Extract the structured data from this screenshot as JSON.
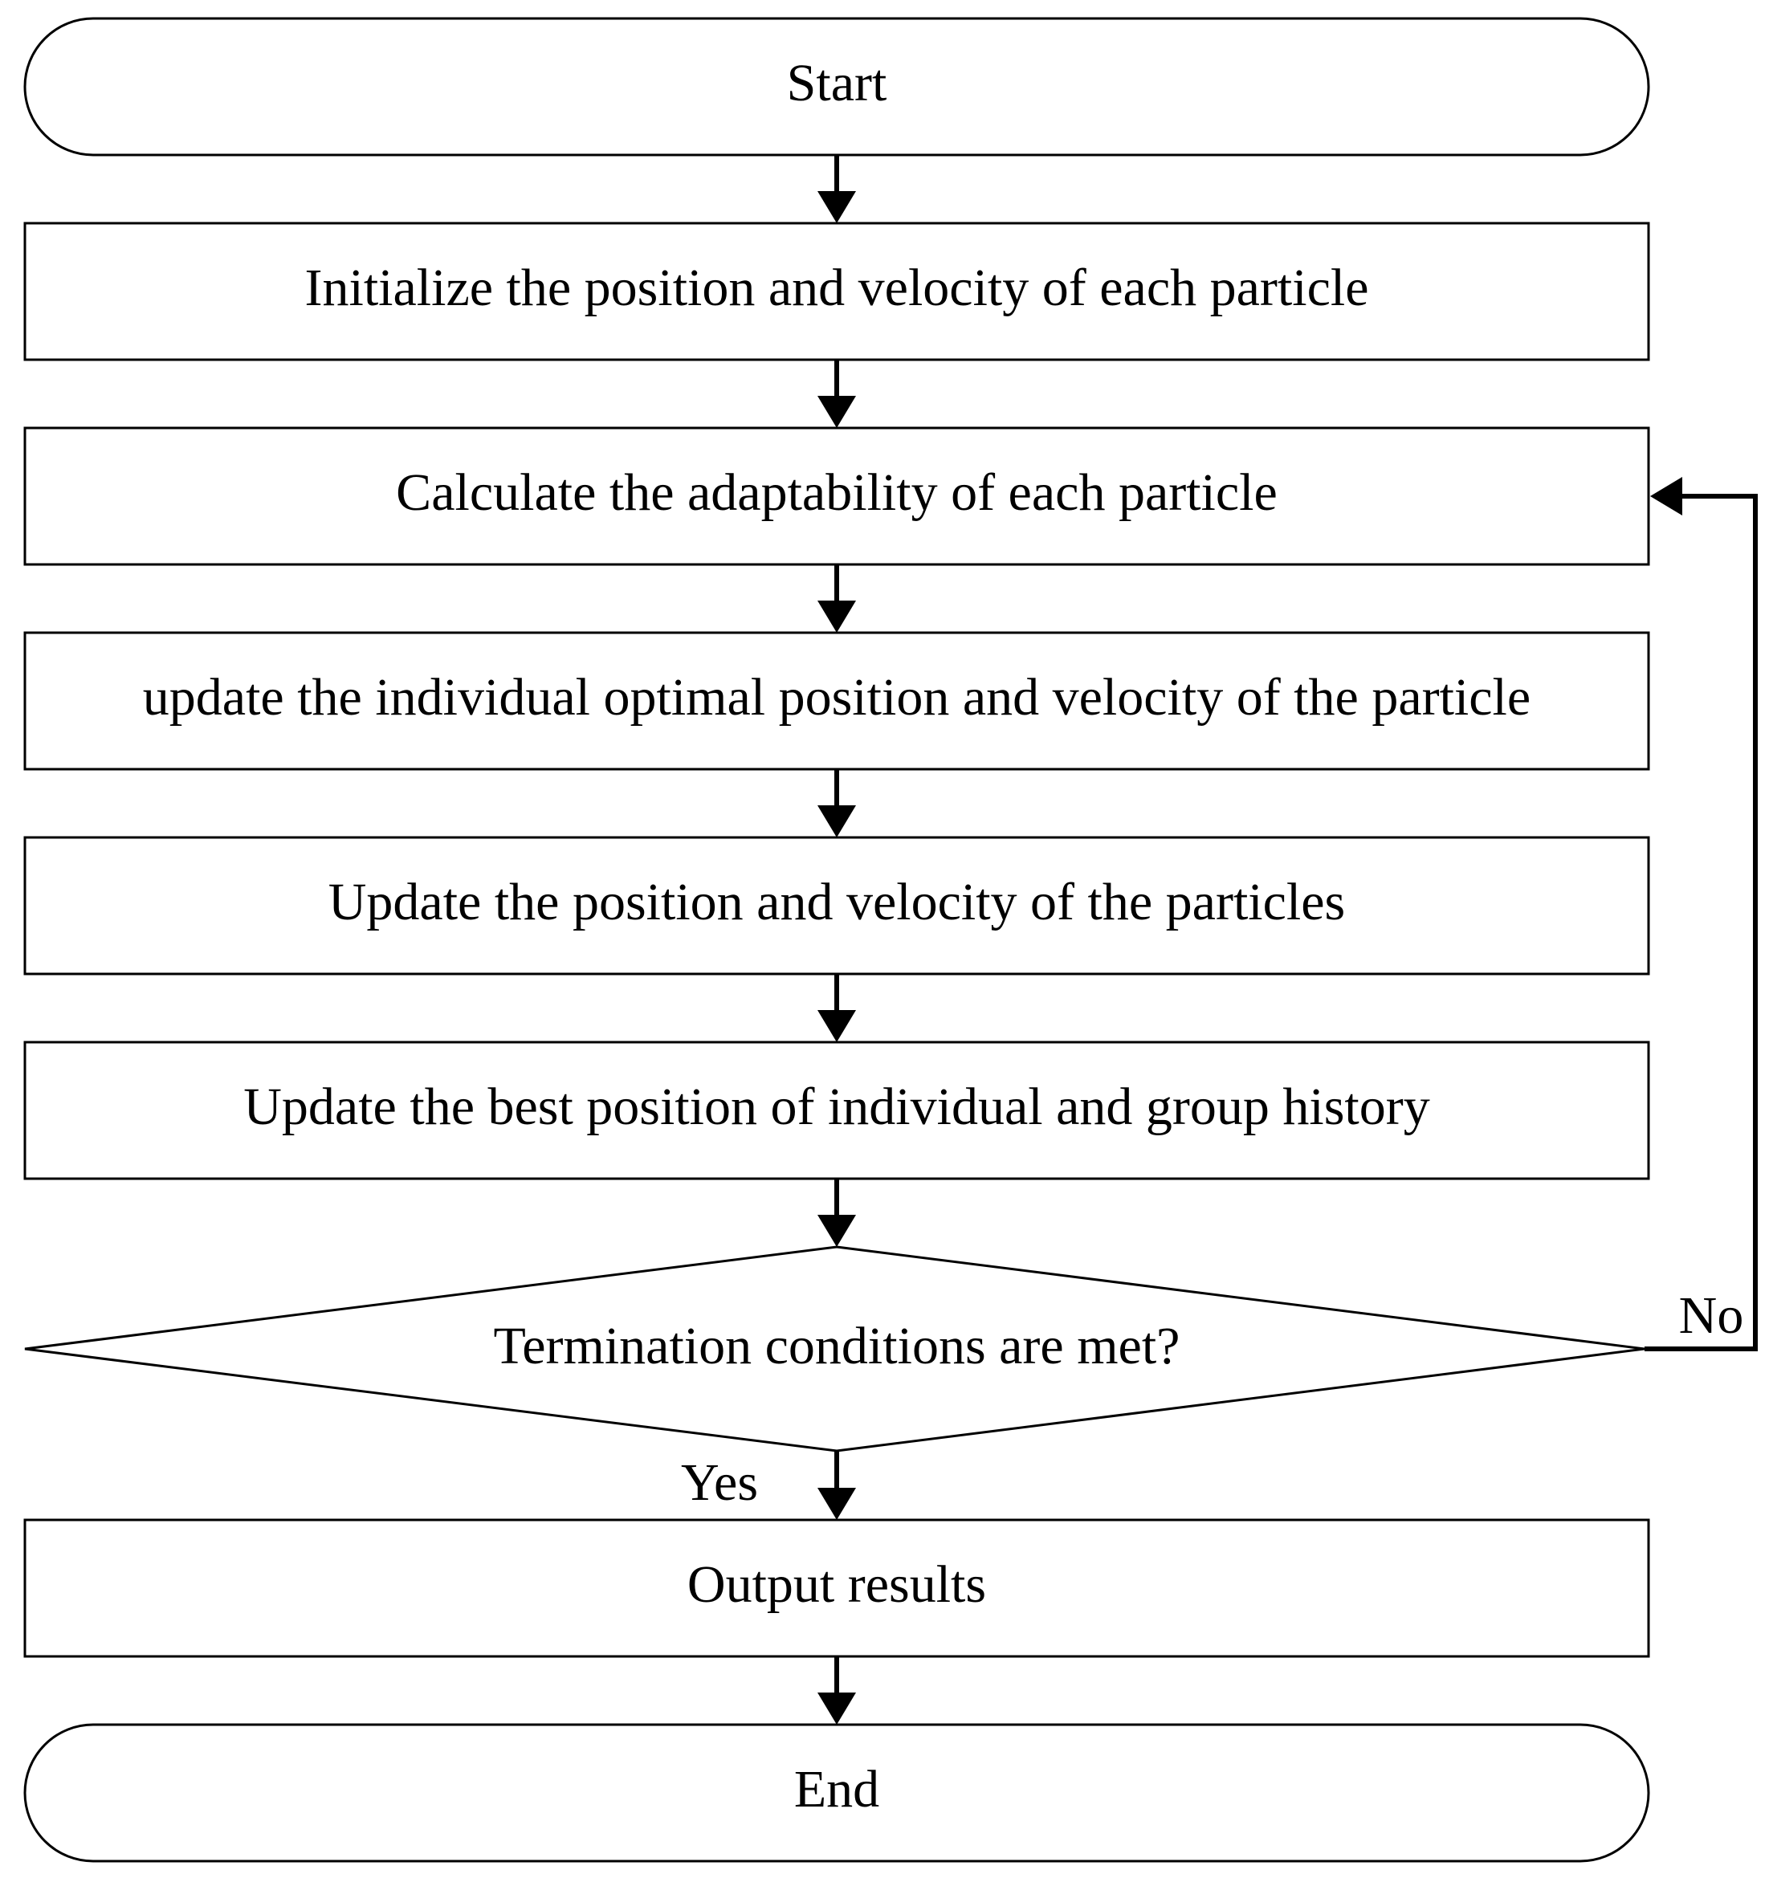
{
  "diagram": {
    "nodes": {
      "start": "Start",
      "init": "Initialize the position and velocity of each particle",
      "calc": "Calculate the adaptability of each particle",
      "update_individual": "update the individual optimal position and velocity of the particle",
      "update_particles": "Update the position and velocity of the particles",
      "update_best": "Update the best position of individual and group history",
      "decision": "Termination conditions are met?",
      "output": "Output results",
      "end": "End"
    },
    "edges": {
      "no_label": "No",
      "yes_label": "Yes"
    }
  }
}
